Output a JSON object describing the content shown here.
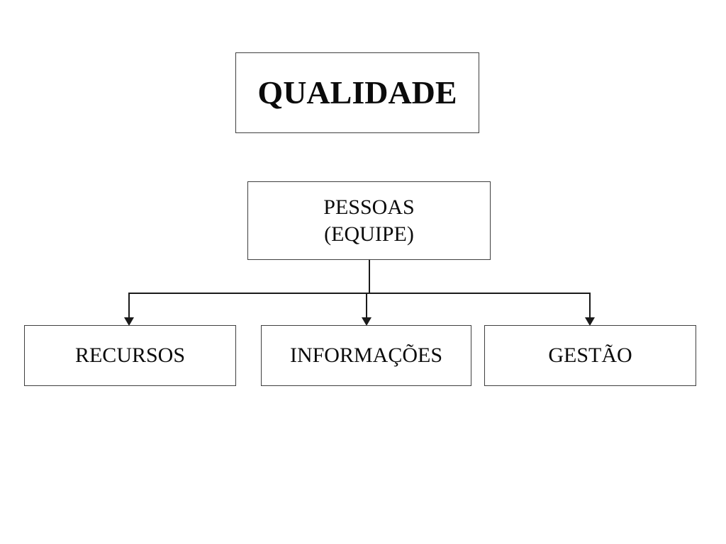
{
  "diagram": {
    "title": "QUALIDADE",
    "root_node": {
      "line1": "PESSOAS",
      "line2": "(EQUIPE)"
    },
    "children": [
      {
        "label": "RECURSOS"
      },
      {
        "label": "INFORMAÇÕES"
      },
      {
        "label": "GESTÃO"
      }
    ],
    "colors": {
      "background": "#ffffff",
      "box_border": "#3f3f3f",
      "connector_line": "#1a1a1a",
      "text": "#0b0b0b"
    }
  }
}
